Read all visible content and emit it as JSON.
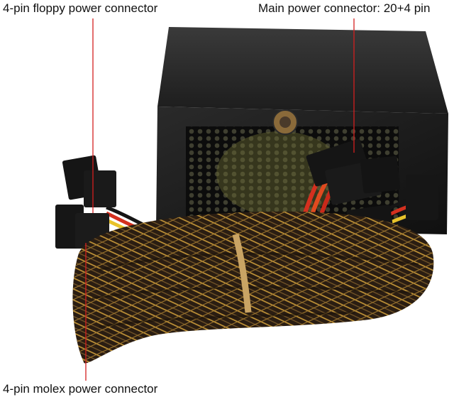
{
  "labels": {
    "floppy": "4-pin floppy power connector",
    "main": "Main power connector: 20+4 pin",
    "molex": "4-pin molex power connector"
  },
  "colors": {
    "leader_line": "#d41f1f",
    "psu_body": "#1b1b1b",
    "sleeve_base": "#2a1d12",
    "sleeve_gold": "#c99a3a",
    "wire_red": "#d4301f",
    "wire_yellow": "#e8c22a",
    "connector_black": "#151515"
  }
}
